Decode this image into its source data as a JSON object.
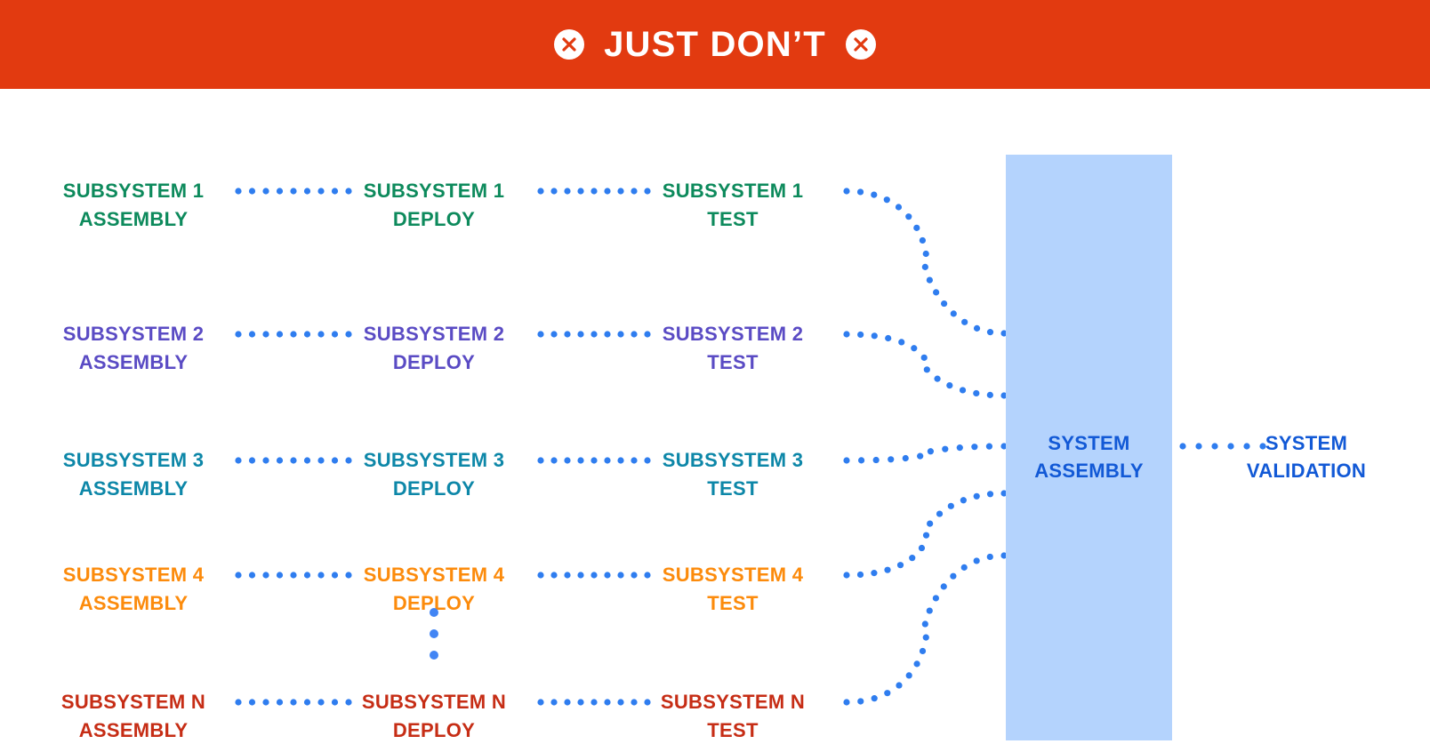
{
  "banner": {
    "title": "JUST DON’T",
    "left_icon": "circle-x-icon",
    "right_icon": "circle-x-icon",
    "background_color": "#E23A10",
    "text_color": "#FFFFFF"
  },
  "colors": {
    "banner_red": "#E23A10",
    "connector_blue": "#2F7DEF",
    "box_fill": "#B4D3FD",
    "box_text": "#1259D6",
    "row_1": "#0D8A5C",
    "row_2": "#5A4BC4",
    "row_3": "#0D87A8",
    "row_4": "#FC8B0C",
    "row_n": "#C62D15"
  },
  "columns": [
    {
      "key": "assembly",
      "label": "ASSEMBLY"
    },
    {
      "key": "deploy",
      "label": "DEPLOY"
    },
    {
      "key": "test",
      "label": "TEST"
    }
  ],
  "rows": [
    {
      "id": "subsystem-1",
      "name": "SUBSYSTEM 1",
      "color": "#0D8A5C",
      "stages": [
        "SUBSYSTEM 1\nASSEMBLY",
        "SUBSYSTEM 1\nDEPLOY",
        "SUBSYSTEM 1\nTEST"
      ]
    },
    {
      "id": "subsystem-2",
      "name": "SUBSYSTEM 2",
      "color": "#5A4BC4",
      "stages": [
        "SUBSYSTEM 2\nASSEMBLY",
        "SUBSYSTEM 2\nDEPLOY",
        "SUBSYSTEM 2\nTEST"
      ]
    },
    {
      "id": "subsystem-3",
      "name": "SUBSYSTEM 3",
      "color": "#0D87A8",
      "stages": [
        "SUBSYSTEM 3\nASSEMBLY",
        "SUBSYSTEM 3\nDEPLOY",
        "SUBSYSTEM 3\nTEST"
      ]
    },
    {
      "id": "subsystem-4",
      "name": "SUBSYSTEM 4",
      "color": "#FC8B0C",
      "stages": [
        "SUBSYSTEM 4\nASSEMBLY",
        "SUBSYSTEM 4\nDEPLOY",
        "SUBSYSTEM 4\nTEST"
      ]
    },
    {
      "id": "subsystem-n",
      "name": "SUBSYSTEM N",
      "color": "#C62D15",
      "stages": [
        "SUBSYSTEM N\nASSEMBLY",
        "SUBSYSTEM N\nDEPLOY",
        "SUBSYSTEM N\nTEST"
      ]
    }
  ],
  "ellipsis": {
    "name": "vertical-ellipsis",
    "dot_count": 3
  },
  "system": {
    "assembly_label": "SYSTEM\nASSEMBLY",
    "validation_label": "SYSTEM\nVALIDATION"
  }
}
